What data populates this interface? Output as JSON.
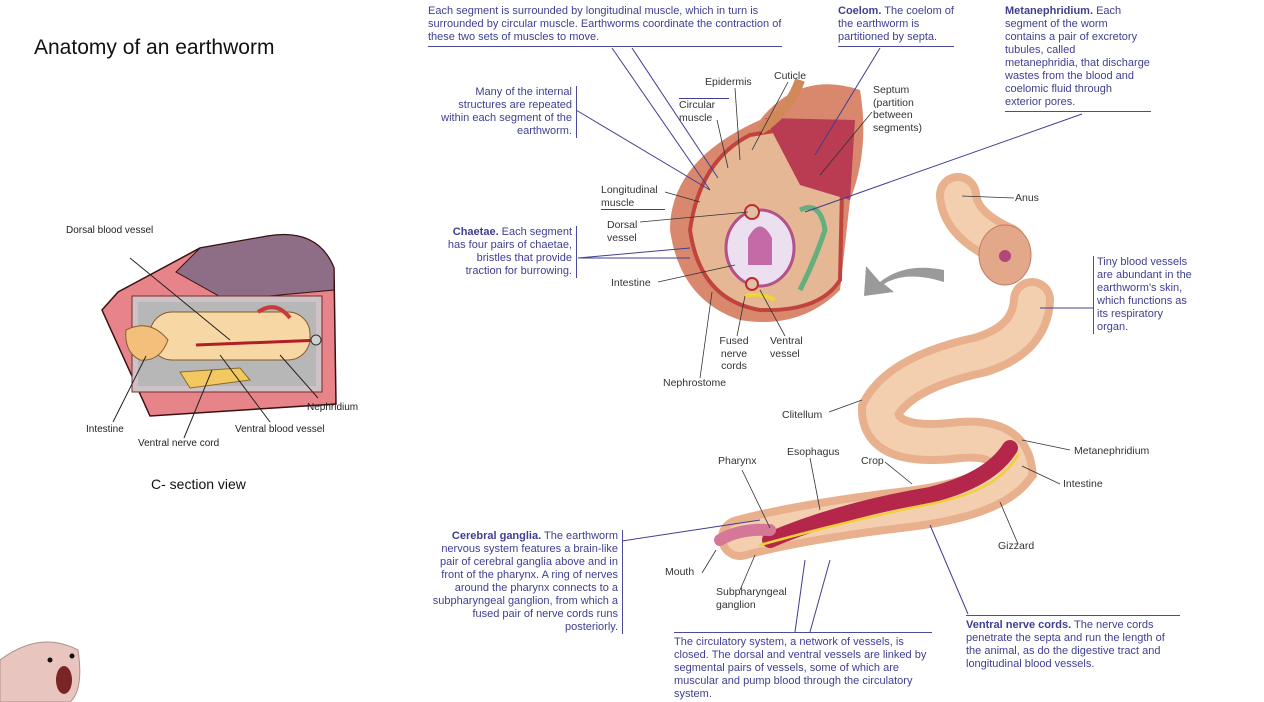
{
  "slide": {
    "title": "Anatomy of an earthworm",
    "caption": "C- section view"
  },
  "section_diagram": {
    "labels": {
      "dorsal": "Dorsal blood vessel",
      "intestine": "Intestine",
      "ventral_nerve": "Ventral nerve cord",
      "ventral_vessel": "Ventral blood vessel",
      "nephridium": "Nephridium"
    }
  },
  "main_diagram": {
    "notes": {
      "segments": "Each segment is surrounded by longitudinal muscle, which in turn is surrounded by circular muscle. Earthworms coordinate the contraction of these two sets of muscles to move.",
      "coelom_head": "Coelom.",
      "coelom_body": " The coelom of the earthworm is partitioned by septa.",
      "meta_head": "Metanephridium.",
      "meta_body": " Each segment of the worm contains a pair of excretory tubules, called metanephridia, that discharge wastes from the blood and coelomic fluid through exterior pores.",
      "internal": "Many of the internal structures are repeated within each segment of the earthworm.",
      "chaetae_head": "Chaetae.",
      "chaetae_body": " Each segment has four pairs of chaetae, bristles that provide traction for burrowing.",
      "blood": "Tiny blood vessels are abundant in the earthworm's skin, which functions as its respiratory organ.",
      "cerebral_head": "Cerebral ganglia.",
      "cerebral_body": " The earthworm nervous system features a brain-like pair of cerebral ganglia above and in front of the pharynx. A ring of nerves around the pharynx connects to a subpharyngeal ganglion, from which a fused pair of nerve cords runs posteriorly.",
      "circulatory": "The circulatory system, a network of vessels, is closed. The dorsal and ventral vessels are linked by segmental pairs of vessels, some of which are muscular and pump blood through the circulatory system.",
      "ventral_head": "Ventral nerve cords.",
      "ventral_body": " The nerve cords penetrate the septa and run the length of the animal, as do the digestive tract and longitudinal blood vessels."
    },
    "labels": {
      "epidermis": "Epidermis",
      "cuticle": "Cuticle",
      "circular": "Circular muscle",
      "septum": "Septum (partition between segments)",
      "longitudinal": "Longitudinal muscle",
      "dorsal": "Dorsal vessel",
      "intestine": "Intestine",
      "fused": "Fused nerve cords",
      "ventral": "Ventral vessel",
      "nephrostome": "Nephrostome",
      "anus": "Anus",
      "clitellum": "Clitellum",
      "pharynx": "Pharynx",
      "esophagus": "Esophagus",
      "crop": "Crop",
      "metanephridium": "Metanephridium",
      "intestine2": "Intestine",
      "gizzard": "Gizzard",
      "mouth": "Mouth",
      "subpharyngeal": "Subpharyngeal ganglion"
    }
  },
  "colors": {
    "note_text": "#3f3f92",
    "flesh": "#efbd96",
    "muscle": "#c9404a",
    "gut": "#c0405e",
    "nerve": "#e8d23c",
    "nephridium": "#7cc49a"
  }
}
